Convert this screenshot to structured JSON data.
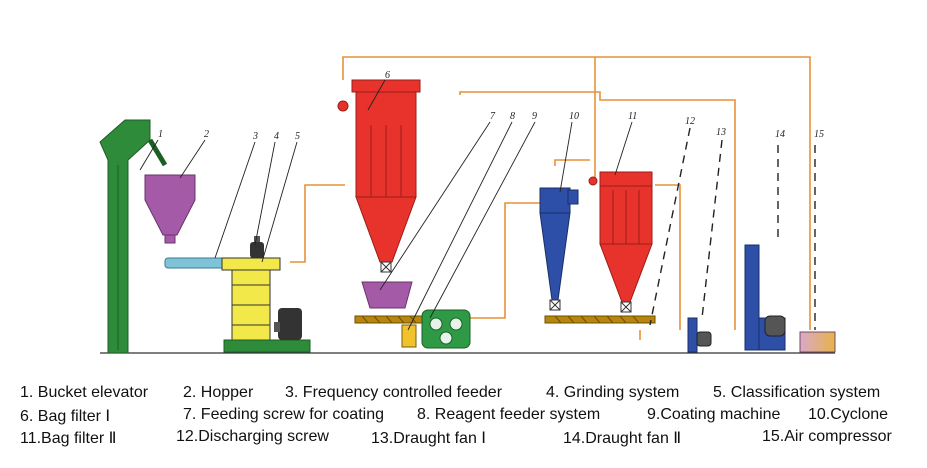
{
  "labels": [
    "1",
    "2",
    "3",
    "4",
    "5",
    "6",
    "7",
    "8",
    "9",
    "10",
    "11",
    "12",
    "13",
    "14",
    "15"
  ],
  "legend": [
    [
      "1. Bucket elevator",
      "2. Hopper",
      "3. Frequency controlled feeder",
      "4. Grinding system",
      "5. Classification system"
    ],
    [
      "6. Bag filter Ⅰ",
      "7. Feeding screw for coating",
      "8. Reagent feeder system",
      "9.Coating machine",
      "10.Cyclone"
    ],
    [
      "11.Bag filter Ⅱ",
      "12.Discharging screw",
      "13.Draught fan Ⅰ",
      "14.Draught fan Ⅱ",
      "15.Air compressor"
    ]
  ],
  "colors": {
    "elevator": "#2e8b3a",
    "hopper": "#a55aa8",
    "grinder": "#f2e84a",
    "bag_filter": "#e8332c",
    "cyclone": "#2d4fa8",
    "pipe": "#e8913a",
    "screw": "#b8860b",
    "machine_green": "#2f9a46"
  }
}
